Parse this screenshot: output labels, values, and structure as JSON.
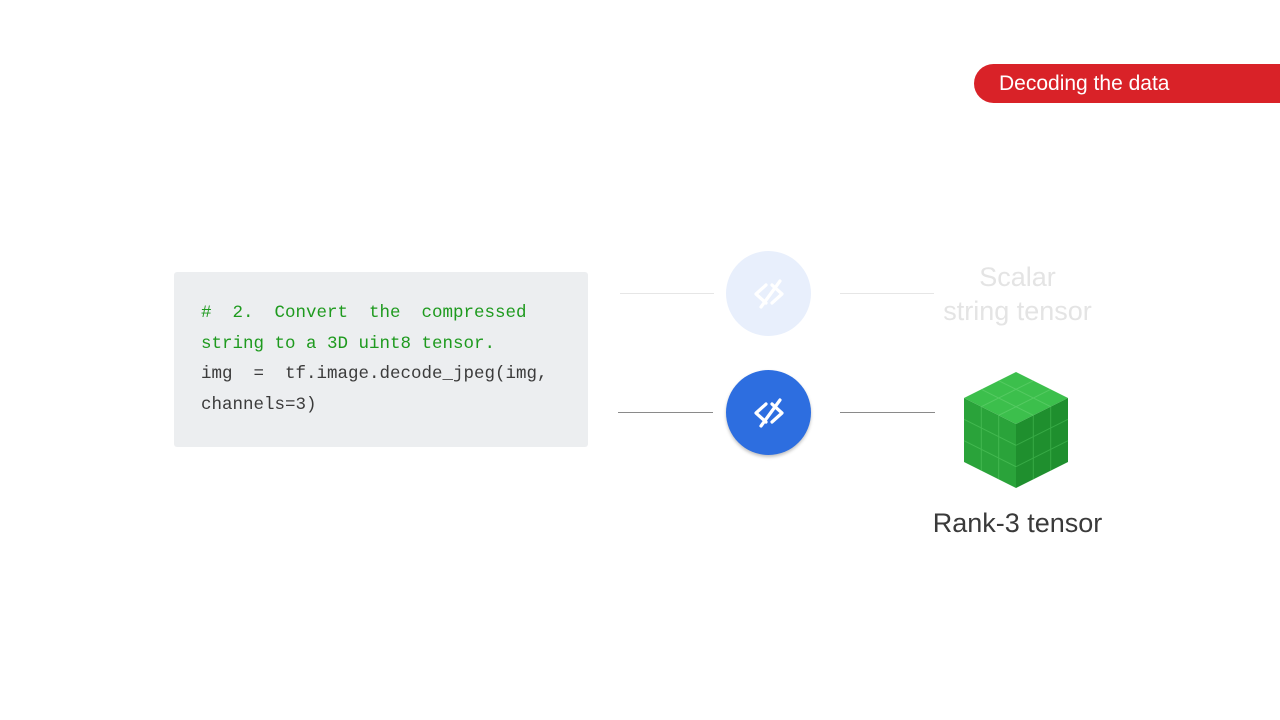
{
  "header": {
    "title": "Decoding the data"
  },
  "code": {
    "lines": [
      {
        "text": "#  2.  Convert  the  compressed",
        "kind": "comment"
      },
      {
        "text": "string to a 3D uint8 tensor.",
        "kind": "comment"
      },
      {
        "text": "img  =  tf.image.decode_jpeg(img,",
        "kind": "code"
      },
      {
        "text": "channels=3)",
        "kind": "code"
      }
    ]
  },
  "diagram": {
    "faded_node_icon": "code-slash-icon",
    "active_node_icon": "code-slash-icon",
    "faded_label_line1": "Scalar",
    "faded_label_line2": "string tensor",
    "result_label": "Rank-3 tensor",
    "result_icon": "green-cube-icon"
  },
  "colors": {
    "accent_red": "#d92228",
    "node_blue": "#2d6ee0",
    "node_faded": "#e8effc",
    "code_green": "#1e9a1e",
    "cube_green": "#2aa33a"
  }
}
